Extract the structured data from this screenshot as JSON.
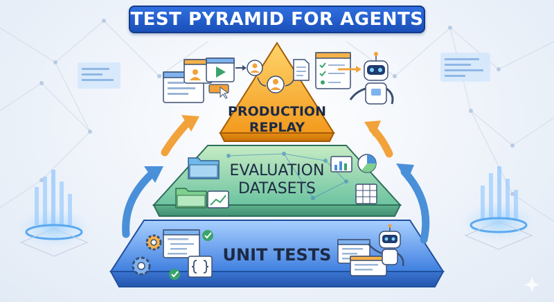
{
  "title": "TEST PYRAMID FOR AGENTS",
  "pyramid": {
    "tiers": [
      {
        "id": "top",
        "label_line1": "PRODUCTION",
        "label_line2": "REPLAY",
        "color": "#f6a623"
      },
      {
        "id": "middle",
        "label_line1": "EVALUATION",
        "label_line2": "DATASETS",
        "color": "#7ccd9a"
      },
      {
        "id": "bottom",
        "label": "UNIT TESTS",
        "color": "#4f8fe6"
      }
    ]
  },
  "icons": {
    "top_left": [
      "browser-window-icon",
      "video-player-icon",
      "user-icon",
      "user-icon"
    ],
    "top_right": [
      "document-icon",
      "checklist-icon",
      "robot-icon"
    ],
    "middle_left": [
      "folder-icon",
      "folder-icon",
      "line-chart-icon"
    ],
    "middle_right": [
      "bar-chart-icon",
      "pie-chart-icon",
      "table-icon"
    ],
    "bottom_left": [
      "gear-icon",
      "gear-icon",
      "code-window-icon",
      "code-braces-icon",
      "check-icon"
    ],
    "bottom_right": [
      "robot-icon",
      "code-window-icon"
    ]
  },
  "colors": {
    "banner": "#2563d8",
    "arrow_orange": "#f2a23a",
    "arrow_blue": "#4a90d9"
  }
}
